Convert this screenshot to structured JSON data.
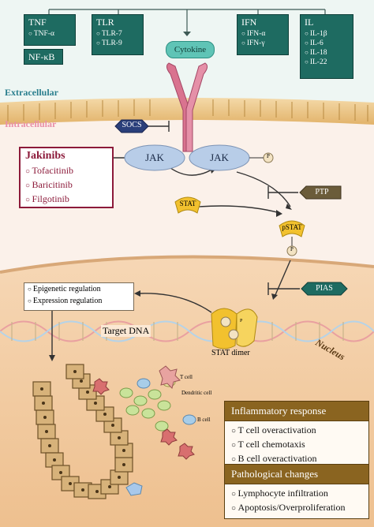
{
  "receptors": {
    "tnf": {
      "title": "TNF",
      "items": [
        "TNF-α"
      ]
    },
    "nfkb": {
      "title": "NF-κB"
    },
    "tlr": {
      "title": "TLR",
      "items": [
        "TLR-7",
        "TLR-9"
      ]
    },
    "ifn": {
      "title": "IFN",
      "items": [
        "IFN-α",
        "IFN-γ"
      ]
    },
    "il": {
      "title": "IL",
      "items": [
        "IL-1β",
        "IL-6",
        "IL-18",
        "IL-22"
      ]
    }
  },
  "labels": {
    "cytokine": "Cytokine",
    "extracellular": "Extracellular",
    "intracellular": "Intracellular",
    "socs": "SOCS",
    "jak": "JAK",
    "phospho": "P",
    "stat": "STAT",
    "ptp": "PTP",
    "pstat": "pSTAT",
    "pias": "PIAS",
    "nucleus": "Nucleus",
    "target_dna": "Target DNA",
    "stat_dimer": "STAT dimer",
    "t_cell": "T cell",
    "dendritic_cell": "Dendritic cell",
    "b_cell": "B cell"
  },
  "jakinibs": {
    "title": "Jakinibs",
    "items": [
      "Tofacitinib",
      "Baricitinib",
      "Filgotinib"
    ]
  },
  "regulation": [
    "Epigenetic regulation",
    "Expression regulation"
  ],
  "inflammatory": {
    "title": "Inflammatory response",
    "items": [
      "T cell overactivation",
      "T cell chemotaxis",
      "B cell overactivation"
    ]
  },
  "pathological": {
    "title": "Pathological changes",
    "items": [
      "Lymphocyte infiltration",
      "Apoptosis/Overproliferation"
    ]
  },
  "colors": {
    "teal": "#1e6b61",
    "crimson": "#8c1a3a",
    "jak_blue": "#b8cde8",
    "stat_gold": "#f2c12e",
    "membrane": "#e8b96a",
    "nucleus": "#f0c9a0",
    "receptor_pink": "#d9738f"
  }
}
